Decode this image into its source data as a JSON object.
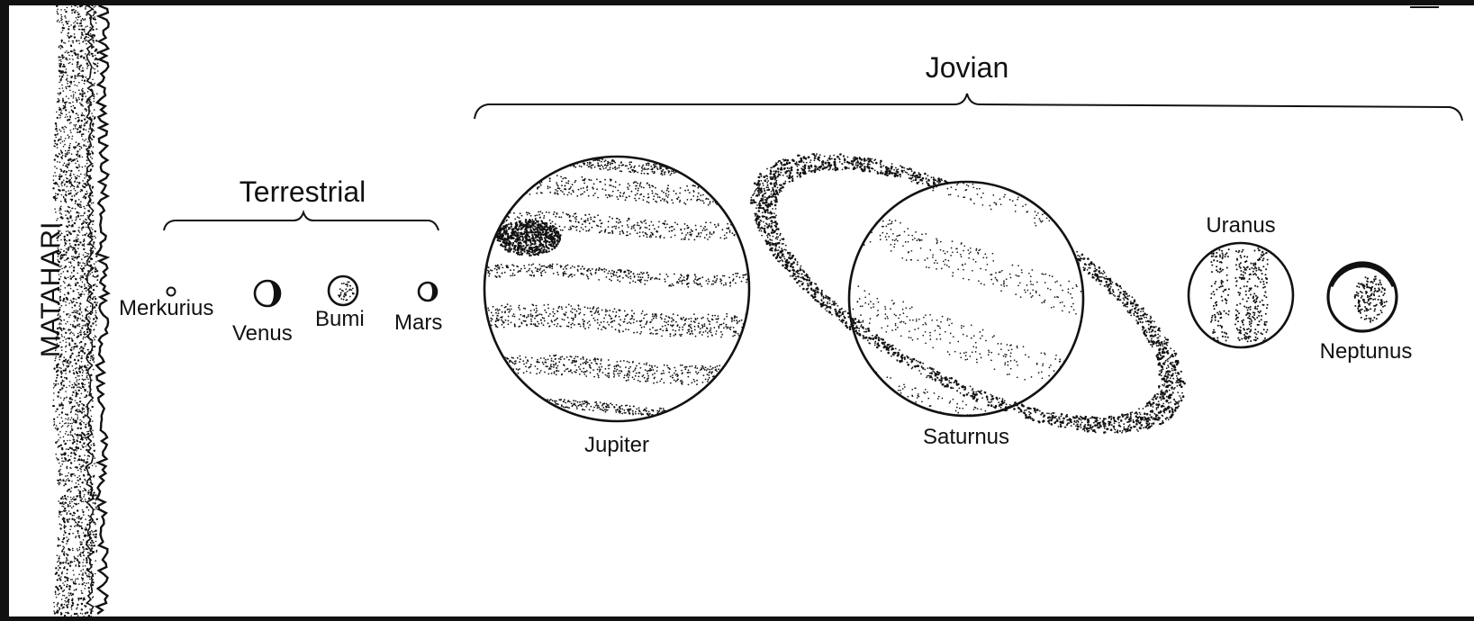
{
  "diagram": {
    "colors": {
      "background": "#ffffff",
      "ink": "#111111",
      "frame": "#111111"
    },
    "sun": {
      "label": "MATAHARI"
    },
    "groups": {
      "terrestrial": {
        "label": "Terrestrial"
      },
      "jovian": {
        "label": "Jovian"
      }
    },
    "planets": [
      {
        "key": "merkurius",
        "label": "Merkurius"
      },
      {
        "key": "venus",
        "label": "Venus"
      },
      {
        "key": "bumi",
        "label": "Bumi"
      },
      {
        "key": "mars",
        "label": "Mars"
      },
      {
        "key": "jupiter",
        "label": "Jupiter"
      },
      {
        "key": "saturnus",
        "label": "Saturnus"
      },
      {
        "key": "uranus",
        "label": "Uranus"
      },
      {
        "key": "neptunus",
        "label": "Neptunus"
      }
    ]
  }
}
